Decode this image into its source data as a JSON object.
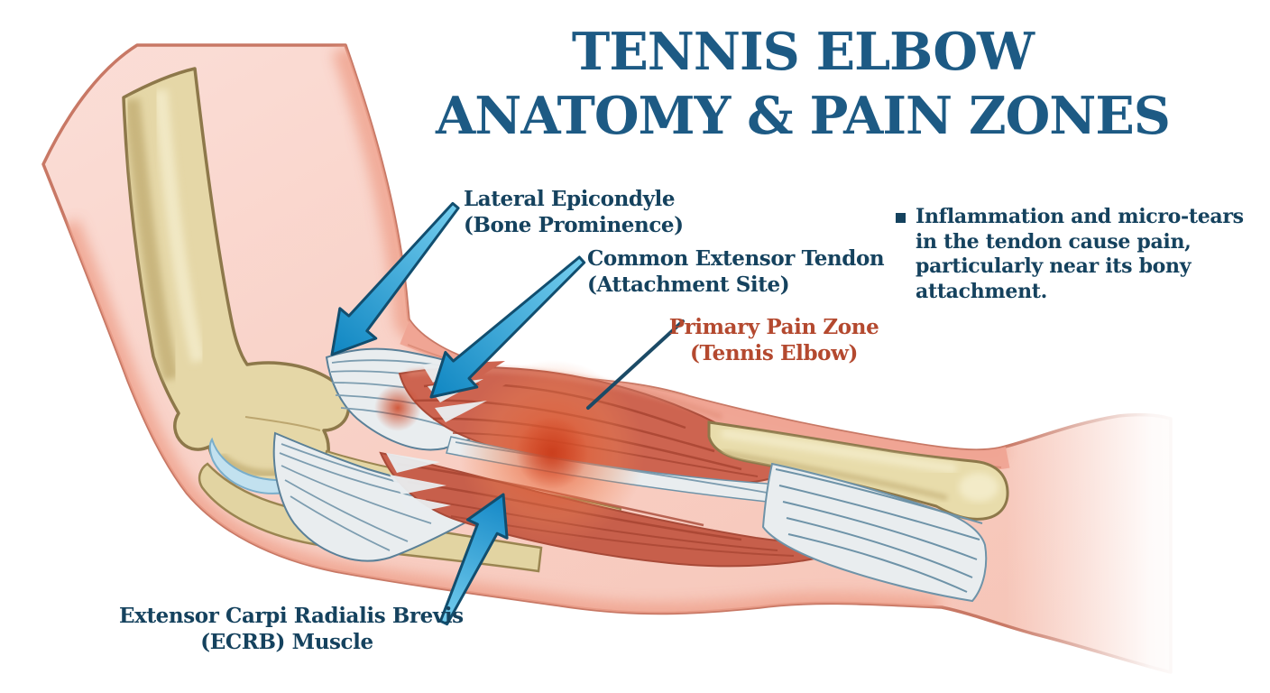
{
  "title": {
    "line1": "TENNIS ELBOW",
    "line2": "ANATOMY & PAIN ZONES"
  },
  "callouts": {
    "lateral_epicondyle": {
      "name": "Lateral Epicondyle",
      "qualifier": "(Bone Prominence)"
    },
    "common_extensor_tendon": {
      "name": "Common Extensor Tendon",
      "qualifier": "(Attachment Site)"
    },
    "primary_pain_zone": {
      "name": "Primary Pain Zone",
      "qualifier": "(Tennis Elbow)"
    },
    "ecrb_muscle": {
      "name": "Extensor Carpi Radialis Brevis",
      "qualifier": "(ECRB) Muscle"
    }
  },
  "note": {
    "lines": [
      "Inflammation and micro-tears",
      "in the tendon cause pain,",
      "particularly near its bony",
      "attachment."
    ]
  },
  "colors": {
    "title_text": "#1d5a84",
    "label_text": "#15425e",
    "pain_label_text": "#b4492f",
    "skin": "#f8d0c6",
    "skin_edge_band": "#efa490",
    "skin_outline": "#c87865",
    "bone": "#e5d7a7",
    "bone_outline": "#8d784a",
    "cartilage": "#c2e1ef",
    "tendon": "#e9edef",
    "tendon_streak": "#7d9db0",
    "muscle": "#cd6450",
    "muscle_striation": "#a3402e",
    "pain_zone": "#e2542a",
    "arrow_fill_light": "#74cdee",
    "arrow_fill_dark": "#0f86c2",
    "arrow_outline": "#114e6f"
  }
}
